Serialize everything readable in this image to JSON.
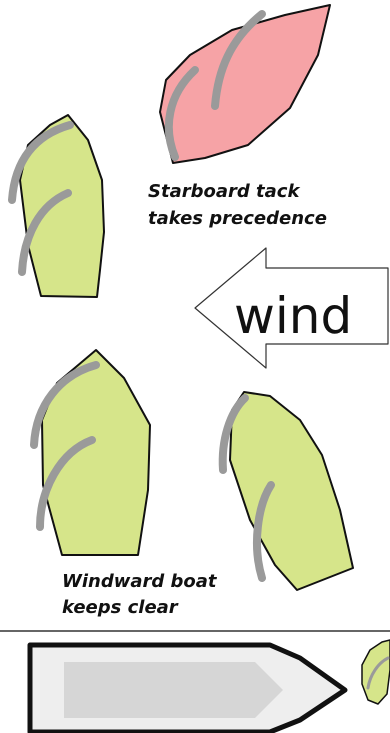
{
  "captions": {
    "top_line1": "Starboard tack",
    "top_line2": "takes precedence",
    "bottom_line1": "Windward boat",
    "bottom_line2": "keeps clear"
  },
  "wind_label": "wind",
  "colors": {
    "starboard_boat_fill": "#f6a3a6",
    "port_boat_fill": "#d6e58a",
    "sail": "#9a9a9a",
    "outline": "#111111",
    "motorboat_hull": "#eeeeee",
    "motorboat_deck": "#d6d6d6",
    "divider": "#666666"
  }
}
